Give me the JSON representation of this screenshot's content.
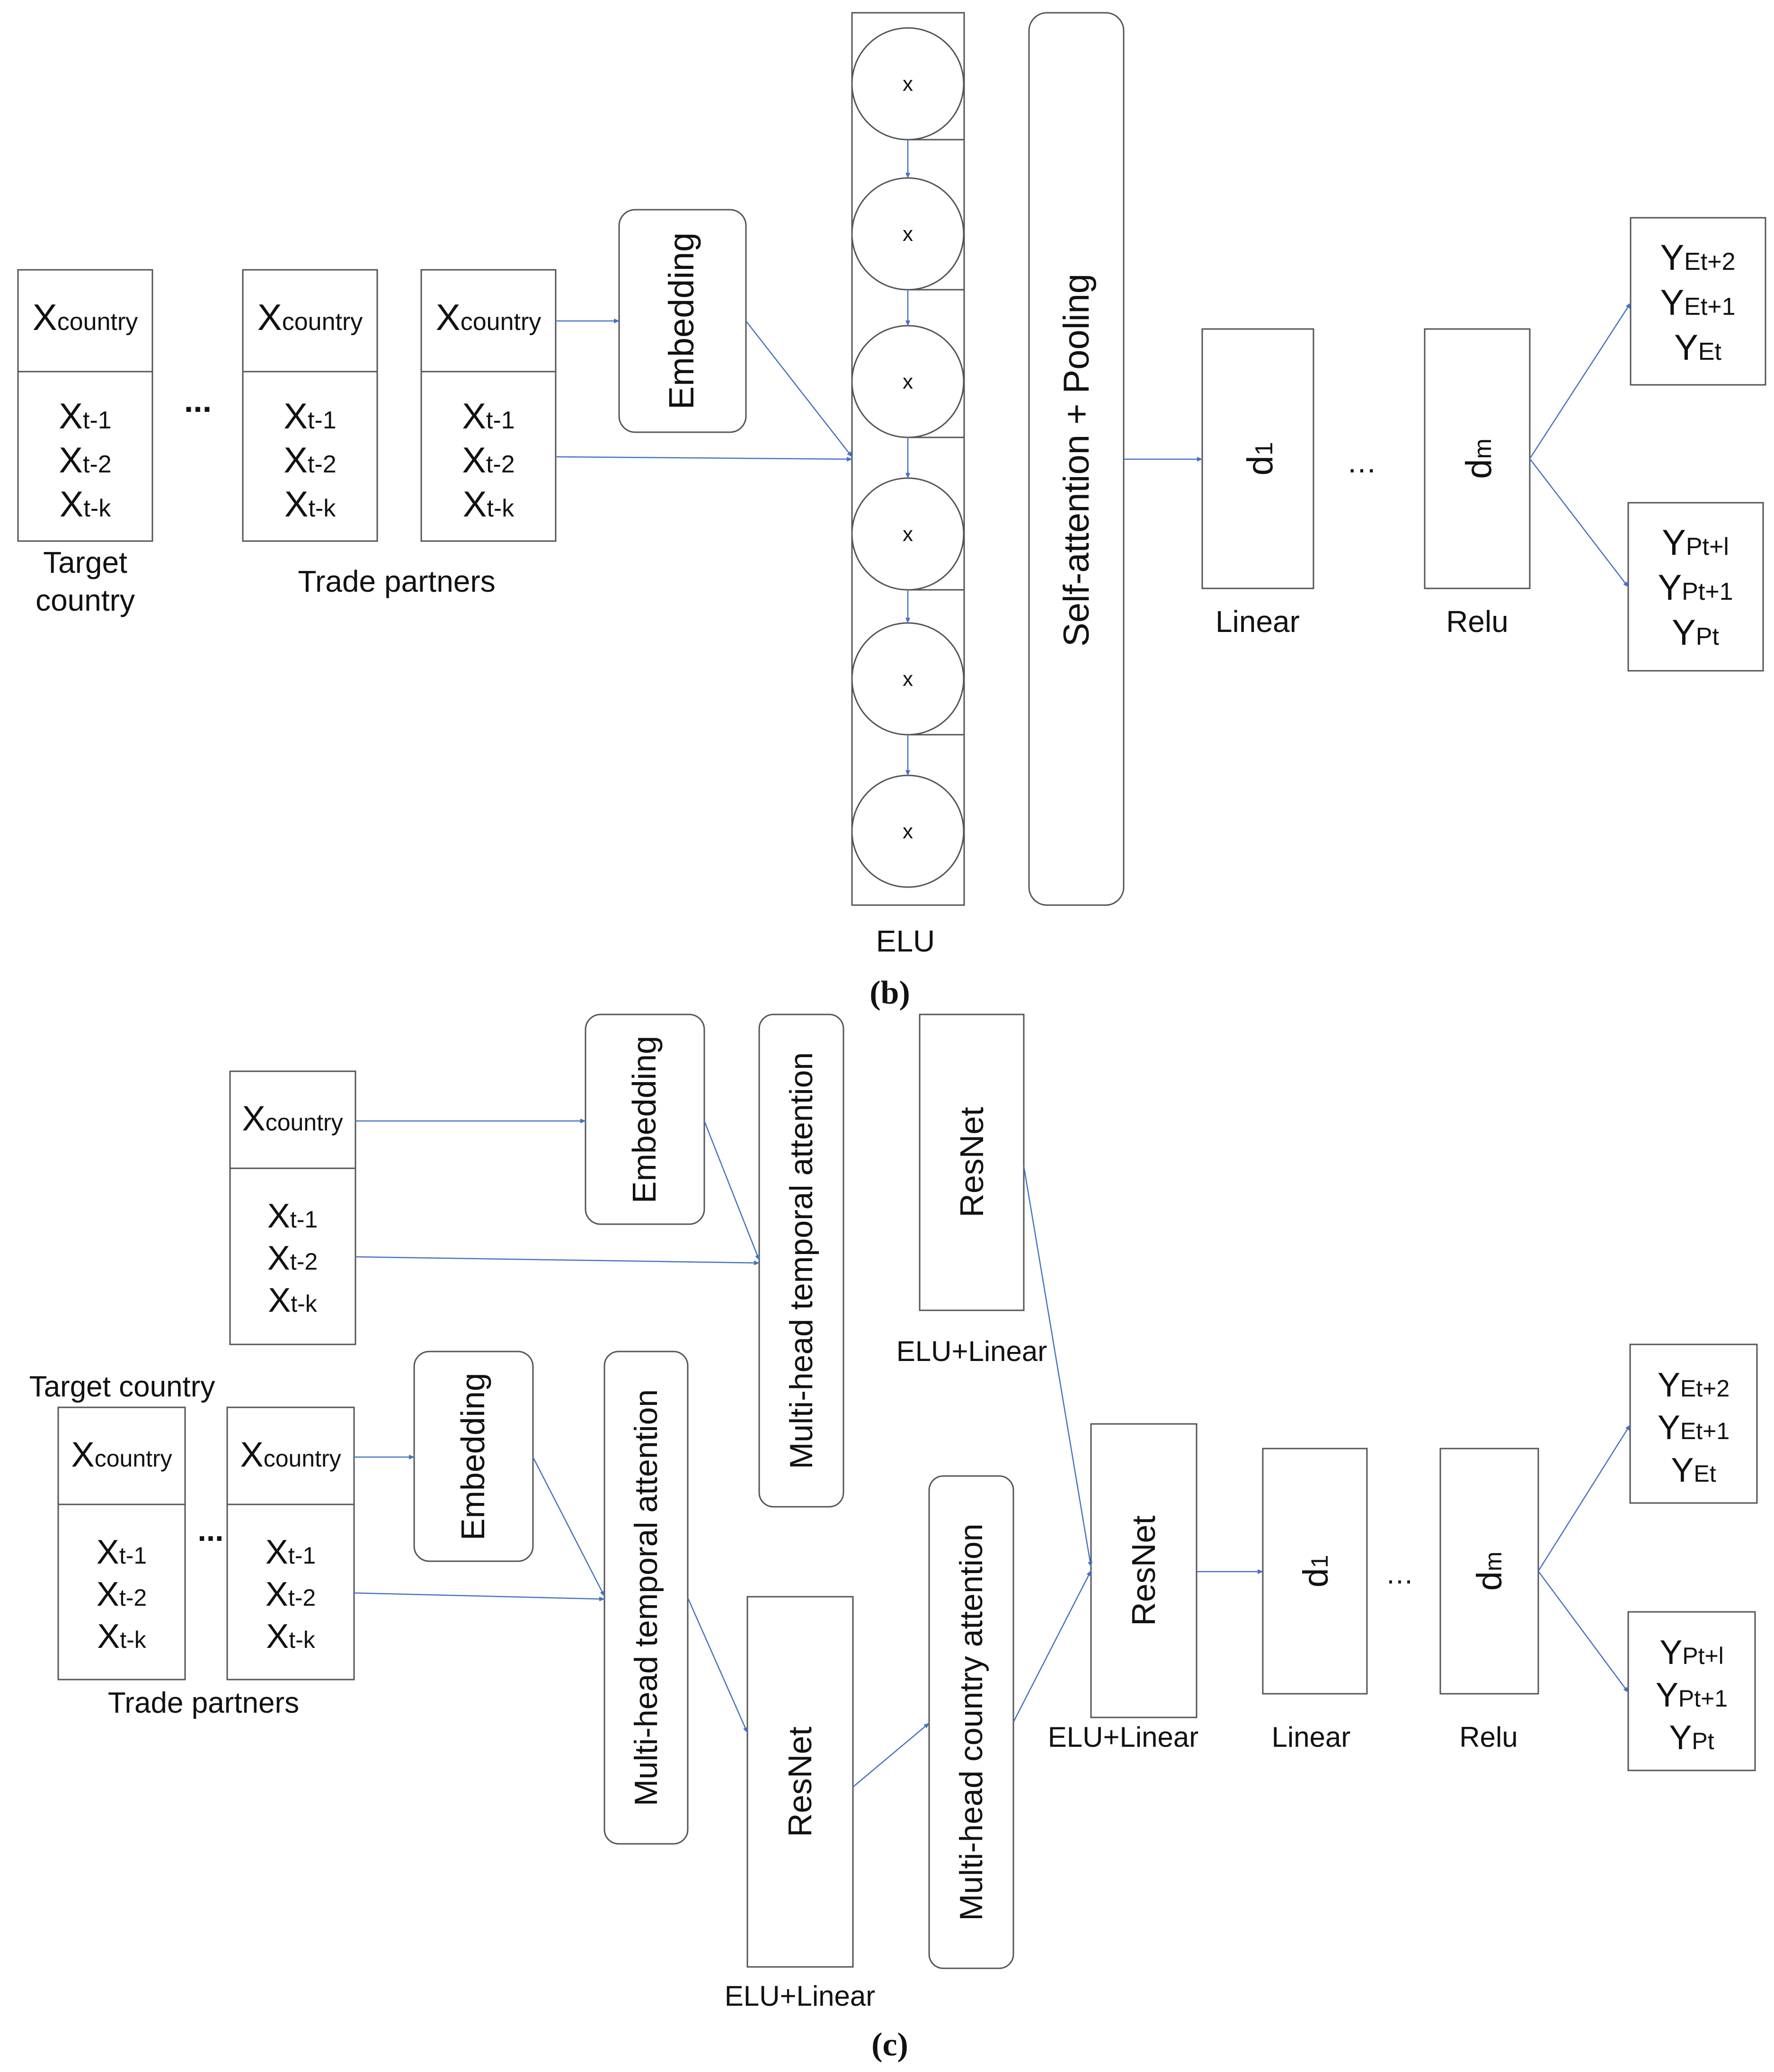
{
  "colors": {
    "arrow": "#4472c4",
    "box_border": "#555555",
    "text": "#111111",
    "background": "#ffffff"
  },
  "x_main": "X",
  "x_sub": "country",
  "lag_sub": [
    "t-1",
    "t-2",
    "t-k"
  ],
  "ellipsis": "...",
  "ellipsis_small": "…",
  "y_main": "Y",
  "y_e_sub": [
    "Et+2",
    "Et+1",
    "Et"
  ],
  "y_p_sub": [
    "Pt+l",
    "Pt+1",
    "Pt"
  ],
  "d_main": "d",
  "d_first_sub": "1",
  "d_last_sub": "m",
  "embedding": "Embedding",
  "resnet": "ResNet",
  "linear": "Linear",
  "relu": "Relu",
  "elu_linear": "ELU+Linear",
  "trade_partners": "Trade partners",
  "panel_b": {
    "target_line1": "Target",
    "target_line2": "country",
    "unit_symbol": "x",
    "elu": "ELU",
    "self_attention": "Self-attention + Pooling",
    "caption": "(b)"
  },
  "panel_c": {
    "target_country": "Target country",
    "temporal_attention": "Multi-head temporal attention",
    "country_attention": "Multi-head country attention",
    "caption": "(c)"
  }
}
